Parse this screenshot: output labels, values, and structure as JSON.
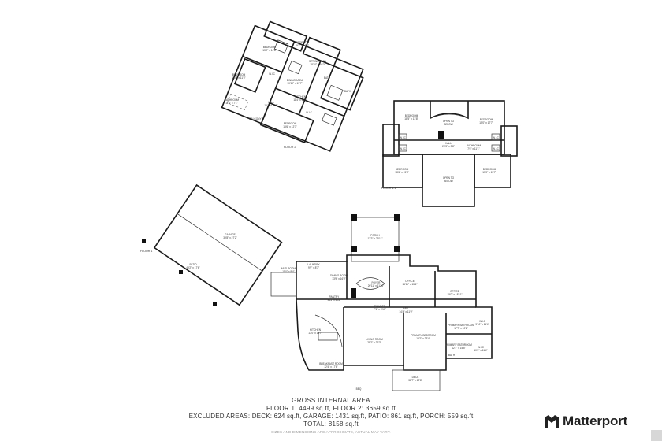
{
  "floor2": {
    "label": "FLOOR 2",
    "rooms": {
      "bedroom_a": "BEDROOM",
      "bedroom_a_dim": "13'2\" x 14'6\"",
      "bedroom_b": "BEDROOM",
      "bedroom_b_dim": "9'2\" x 17'0\"",
      "sitting_area": "SITTING AREA",
      "sitting_area_dim": "18'10\" x 16'0\"",
      "bedroom_c": "BEDROOM",
      "bedroom_c_dim": "14'8\" x 11'5\"",
      "dining_area": "DINING AREA",
      "dining_area_dim": "10'10\" x 13'7\"",
      "wic1": "W.I.C",
      "wic2": "W.I.C",
      "bathroom_a": "BATHROOM",
      "bathroom_a_dim": "11'4\" x 7'1\"",
      "hall": "HALL",
      "hall_dim": "16'4\" x 11'5\"",
      "kitchen": "KITCHEN",
      "kitchen_dim": "11'4\" x 13'8\"",
      "balcony": "BALCONY",
      "bedroom_d": "BEDROOM",
      "bedroom_d_dim": "15'6\" x 12'7\"",
      "wic3": "W.I.C",
      "bath": "BATH",
      "bath2": "BATH"
    }
  },
  "floor1_1": {
    "label": "FLOOR 1.1",
    "rooms": {
      "bedroom_nw": "BEDROOM",
      "bedroom_nw_dim": "18'5\" x 13'8\"",
      "bedroom_ne": "BEDROOM",
      "bedroom_ne_dim": "15'0\" x 17'7\"",
      "open_to_below_top": "OPEN TO",
      "open_to_below_top2": "BELOW",
      "hall": "HALL",
      "hall_dim": "20'3\" x 3'8\"",
      "bathroom": "BATHROOM",
      "bathroom_dim": "7'6\" x 11'1\"",
      "bedroom_sw": "BEDROOM",
      "bedroom_sw_dim": "18'6\" x 15'3\"",
      "open_to_below": "OPEN TO",
      "open_to_below2": "BELOW",
      "bedroom_se": "BEDROOM",
      "bedroom_se_dim": "13'0\" x 15'7\"",
      "wic1": "W.I.C",
      "wic2": "W.I.C",
      "wic3": "W.I.C",
      "wic4": "W.I.C"
    }
  },
  "floor1": {
    "label": "FLOOR 1",
    "rooms": {
      "garage": "GARAGE",
      "garage_dim": "39'8\" x 27'2\"",
      "patio": "PATIO",
      "patio_dim": "49'2\" x 17'6\"",
      "porch": "PORCH",
      "porch_dim": "13'3\" x 29'11\"",
      "laundry": "LAUNDRY",
      "laundry_dim": "9'9\" x 8'3\"",
      "mud_room": "MUD ROOM",
      "mud_room_dim": "11'0\" x 8'4\"",
      "dining_room": "DINING ROOM",
      "dining_room_dim": "13'9\" x 16'0\"",
      "foyer": "FOYER",
      "foyer_dim": "20'11\" x 11'10\"",
      "office": "OFFICE",
      "office_dim": "16'11\" x 15'1\"",
      "office2": "OFFICE",
      "office2_dim": "15'0\" x 18'11\"",
      "pantry": "PANTRY",
      "pantry_dim": "9'11\" x 4'11\"",
      "kitchen": "KITCHEN",
      "kitchen_dim": "17'0\" x 15'7\"",
      "living_room": "LIVING ROOM",
      "living_room_dim": "29'2\" x 26'3\"",
      "primary_bedroom": "PRIMARY BEDROOM",
      "primary_bedroom_dim": "19'2\" x 23'4\"",
      "primary_bathroom_a": "PRIMARY BATHROOM",
      "primary_bathroom_a_dim": "17'7\" x 10'2\"",
      "primary_bathroom_b": "PRIMARY BATHROOM",
      "primary_bathroom_b_dim": "12'1\" x 15'5\"",
      "breakfast_room": "BREAKFAST ROOM",
      "breakfast_room_dim": "12'4\" x 17'6\"",
      "deck": "DECK",
      "deck_dim": "38'7\" x 12'8\"",
      "powder": "POWDER",
      "powder_dim": "7'1\" x 5'10\"",
      "hall": "HALL",
      "hall_dim": "14'4\" x 11'0\"",
      "wic1": "W.I.C",
      "wic1_dim": "9'10\" x 11'4\"",
      "wic2": "W.I.C",
      "wic2_dim": "10'6\" x 11'4\"",
      "bath": "BATH",
      "bbq": "BBQ"
    }
  },
  "summary": {
    "title": "GROSS INTERNAL AREA",
    "floors": "FLOOR 1: 4499 sq.ft, FLOOR 2: 3659 sq.ft",
    "excluded": "EXCLUDED AREAS: DECK: 624 sq.ft, GARAGE: 1431 sq.ft, PATIO: 861 sq.ft, PORCH: 559 sq.ft",
    "total": "TOTAL: 8158 sq.ft",
    "note": "SIZES AND DIMENSIONS ARE APPROXIMATE, ACTUAL MAY VARY."
  },
  "logo": {
    "text": "Matterport",
    "icon": "matterport-logo-icon",
    "color": "#222222"
  },
  "colors": {
    "walls": "#1a1a1a",
    "background": "#ffffff",
    "corner_badge": "#d7d7d7"
  }
}
